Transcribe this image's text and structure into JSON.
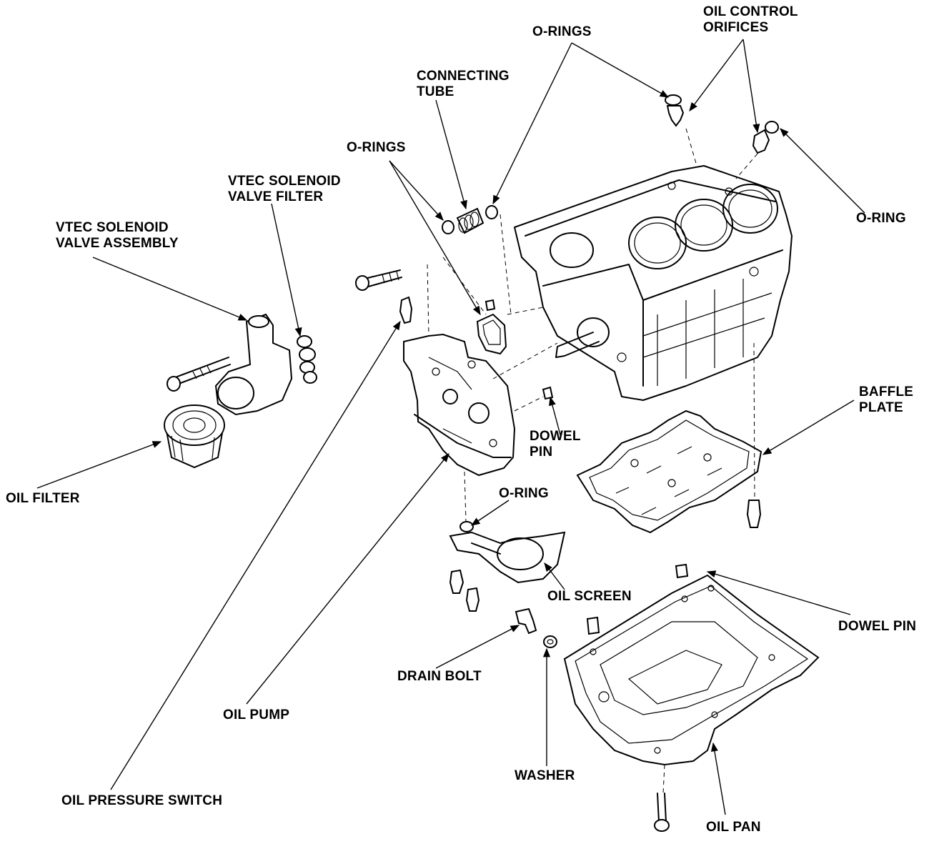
{
  "labels": {
    "o_rings_top": "O-RINGS",
    "oil_control_orifices_1": "OIL CONTROL",
    "oil_control_orifices_2": "ORIFICES",
    "connecting_tube_1": "CONNECTING",
    "connecting_tube_2": "TUBE",
    "o_rings_mid": "O-RINGS",
    "vtec_filter_1": "VTEC SOLENOID",
    "vtec_filter_2": "VALVE FILTER",
    "vtec_assembly_1": "VTEC SOLENOID",
    "vtec_assembly_2": "VALVE ASSEMBLY",
    "o_ring_right": "O-RING",
    "baffle_plate_1": "BAFFLE",
    "baffle_plate_2": "PLATE",
    "dowel_pin_mid_1": "DOWEL",
    "dowel_pin_mid_2": "PIN",
    "oil_filter": "OIL FILTER",
    "o_ring_lower": "O-RING",
    "oil_screen": "OIL SCREEN",
    "dowel_pin_right": "DOWEL PIN",
    "drain_bolt": "DRAIN BOLT",
    "oil_pump": "OIL PUMP",
    "washer": "WASHER",
    "oil_pressure_switch": "OIL PRESSURE SWITCH",
    "oil_pan": "OIL PAN"
  }
}
